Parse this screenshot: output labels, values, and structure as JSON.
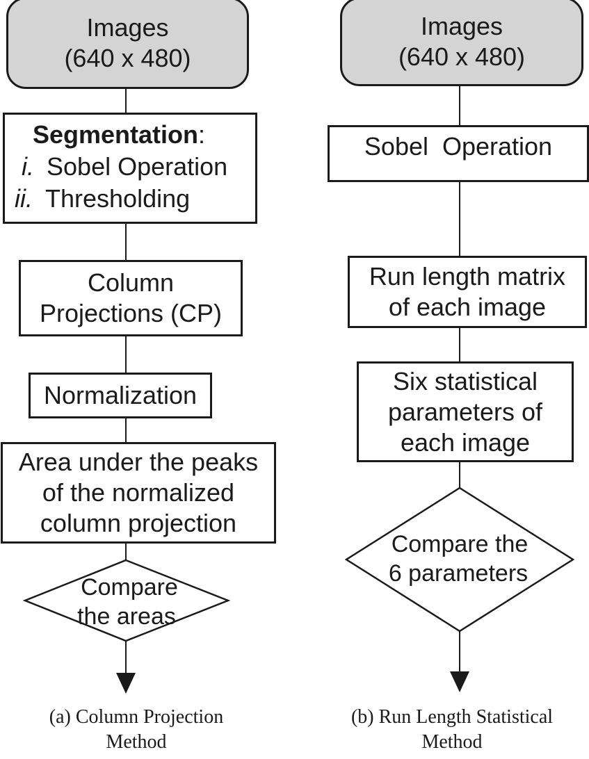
{
  "left": {
    "images": {
      "line1": "Images",
      "line2": "(640 x 480)"
    },
    "segmentation": {
      "title": "Segmentation",
      "colon": ":",
      "item1_num": "i.",
      "item1": "Sobel Operation",
      "item2_num": "ii.",
      "item2": "Thresholding"
    },
    "column_projections": {
      "line1": "Column",
      "line2": "Projections (CP)"
    },
    "normalization": "Normalization",
    "area": {
      "line1": "Area under the peaks",
      "line2": "of the normalized",
      "line3": "column projection"
    },
    "compare": {
      "line1": "Compare",
      "line2": "the areas"
    },
    "caption": {
      "line1": "(a) Column Projection",
      "line2": "Method"
    }
  },
  "right": {
    "images": {
      "line1": "Images",
      "line2": "(640 x 480)"
    },
    "sobel": "Sobel  Operation",
    "run_length": {
      "line1": "Run length matrix",
      "line2": "of each image"
    },
    "six_params": {
      "line1": "Six statistical",
      "line2": "parameters of",
      "line3": "each image"
    },
    "compare": {
      "line1": "Compare the",
      "line2": "6 parameters"
    },
    "caption": {
      "line1": "(b) Run Length Statistical",
      "line2": "Method"
    }
  }
}
